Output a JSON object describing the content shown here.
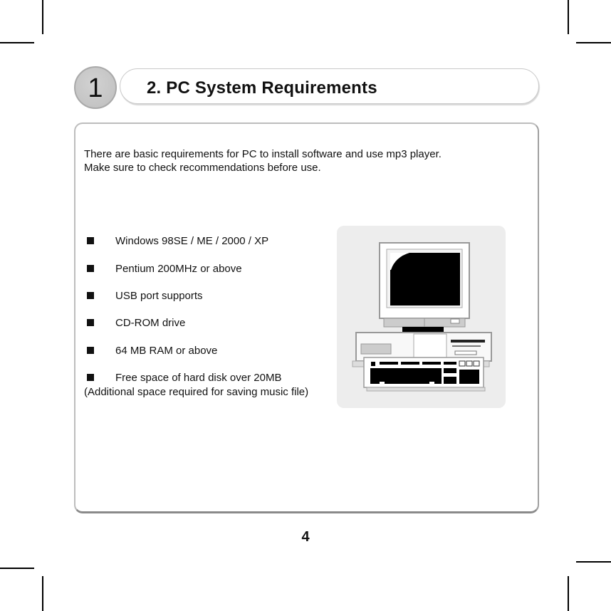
{
  "chapter": {
    "number": "1"
  },
  "header": {
    "title": "2. PC System Requirements"
  },
  "intro": {
    "lines": [
      "There are basic requirements for PC to install software and use mp3 player.",
      "Make sure to check recommendations before use."
    ]
  },
  "requirements": {
    "items": [
      {
        "label": "Windows 98SE / ME / 2000 / XP"
      },
      {
        "label": "Pentium 200MHz or above"
      },
      {
        "label": "USB port supports"
      },
      {
        "label": "CD-ROM drive"
      },
      {
        "label": "64 MB RAM or above"
      },
      {
        "label": "Free space of hard disk over 20MB",
        "note": "(Additional space required for saving music file)"
      }
    ]
  },
  "illustration": {
    "icon": "desktop-computer-icon"
  },
  "footer": {
    "page_number": "4"
  },
  "colors": {
    "circle_fill": "#c6c6c6",
    "border": "#bdbdbd",
    "panel_bg": "#ededed"
  }
}
